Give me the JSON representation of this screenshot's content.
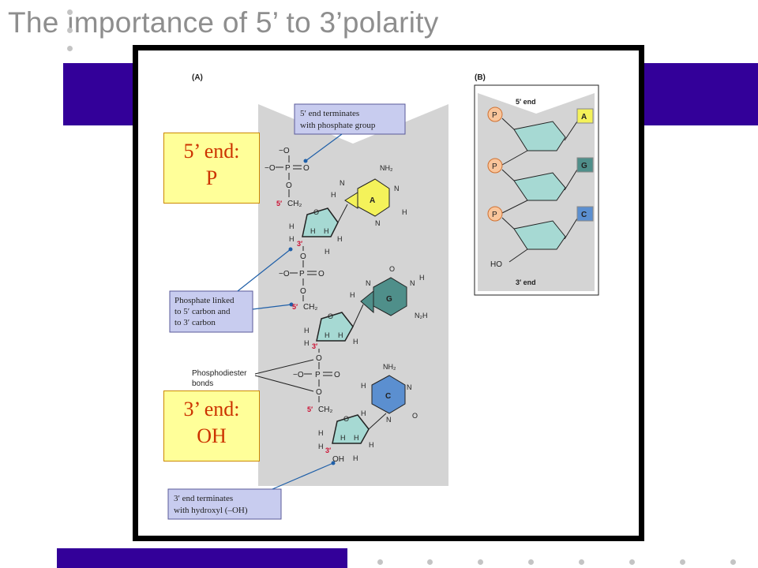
{
  "slide": {
    "title": "The importance of 5’ to 3’polarity"
  },
  "colors": {
    "accent_bar": "#330099",
    "title": "#8e8e8e",
    "callout_fill": "#ffff99",
    "callout_text": "#cc3300",
    "backbone_gray": "#d4d4d4",
    "sugar": "#a6d9d3",
    "adenine": "#f4f25a",
    "guanine": "#4f8f8a",
    "cytosine": "#5b8fd0",
    "label_box": "#c8ccef",
    "phosphate_circle": "#f9c59b"
  },
  "callouts": {
    "five_prime_line1": "5’ end:",
    "five_prime_line2": "P",
    "three_prime_line1": "3’ end:",
    "three_prime_line2": "OH"
  },
  "panel_a": {
    "label": "(A)",
    "note_5end_line1": "5′ end terminates",
    "note_5end_line2": "with phosphate group",
    "note_link_line1": "Phosphate linked",
    "note_link_line2": "to 5′ carbon and",
    "note_link_line3": "to 3′ carbon",
    "note_3end_line1": "3′ end terminates",
    "note_3end_line2": "with hydroxyl (–OH)",
    "phosphodiester_line1": "Phosphodiester",
    "phosphodiester_line2": "bonds",
    "carbon5": "5′",
    "carbon3": "3′",
    "base_a": "A",
    "base_g": "G",
    "base_c": "C",
    "atom_p": "P",
    "atom_o": "O",
    "atom_n": "N",
    "atom_h": "H",
    "group_o_minus": "−O",
    "group_ch2": "CH₂",
    "group_nh2": "NH₂",
    "group_n2h": "N₂H",
    "group_oh": "OH"
  },
  "panel_b": {
    "label": "(B)",
    "top_label": "5′ end",
    "bottom_label": "3′ end",
    "phosphate": "P",
    "bases": [
      "A",
      "G",
      "C"
    ],
    "ho": "HO"
  }
}
